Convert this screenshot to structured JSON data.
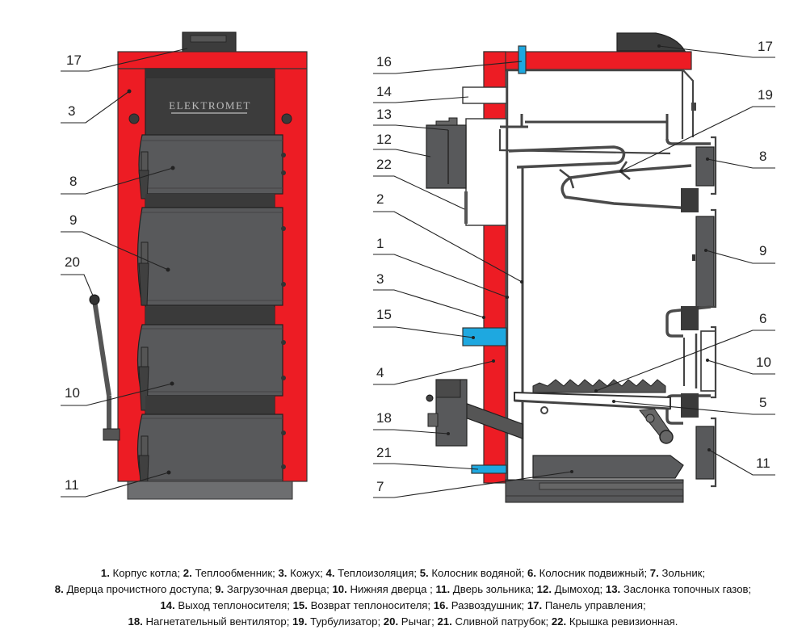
{
  "brand_logo": "ELEKTROMET",
  "colors": {
    "casing_red": "#ed1c24",
    "metal_dark": "#3c3c3c",
    "metal_mid": "#58595b",
    "water_blue": "#1ea8e0"
  },
  "front_view_labels": [
    "17",
    "3",
    "8",
    "9",
    "20",
    "10",
    "11"
  ],
  "section_view_labels_left": [
    "16",
    "14",
    "13",
    "12",
    "22",
    "2",
    "1",
    "3",
    "15",
    "4",
    "18",
    "21",
    "7"
  ],
  "section_view_labels_right": [
    "17",
    "19",
    "8",
    "9",
    "6",
    "10",
    "5",
    "11"
  ],
  "legend": {
    "items": [
      {
        "num": "1.",
        "text": "Корпус котла;"
      },
      {
        "num": "2.",
        "text": "Теплообменник;"
      },
      {
        "num": "3.",
        "text": "Кожух;"
      },
      {
        "num": "4.",
        "text": "Теплоизоляция;"
      },
      {
        "num": "5.",
        "text": "Колосник водяной;"
      },
      {
        "num": "6.",
        "text": "Колосник подвижный;"
      },
      {
        "num": "7.",
        "text": "Зольник;"
      },
      {
        "num": "8.",
        "text": "Дверца прочистного доступа;"
      },
      {
        "num": "9.",
        "text": "Загрузочная дверца;"
      },
      {
        "num": "10.",
        "text": "Нижняя дверца ;"
      },
      {
        "num": "11.",
        "text": "Дверь зольника;"
      },
      {
        "num": "12.",
        "text": "Дымоход;"
      },
      {
        "num": "13.",
        "text": "Заслонка топочных газов;"
      },
      {
        "num": "14.",
        "text": "Выход теплоносителя;"
      },
      {
        "num": "15.",
        "text": "Возврат теплоносителя;"
      },
      {
        "num": "16.",
        "text": "Развоздушник;"
      },
      {
        "num": "17.",
        "text": "Панель управления;"
      },
      {
        "num": "18.",
        "text": "Нагнетательный вентилятор;"
      },
      {
        "num": "19.",
        "text": "Турбулизатор;"
      },
      {
        "num": "20.",
        "text": "Рычаг;"
      },
      {
        "num": "21.",
        "text": "Сливной патрубок;"
      },
      {
        "num": "22.",
        "text": "Крышка ревизионная."
      }
    ],
    "lines": [
      [
        0,
        1,
        2,
        3,
        4,
        5,
        6
      ],
      [
        7,
        8,
        9,
        10,
        11,
        12
      ],
      [
        13,
        14,
        15,
        16
      ],
      [
        17,
        18,
        19,
        20,
        21
      ]
    ]
  }
}
